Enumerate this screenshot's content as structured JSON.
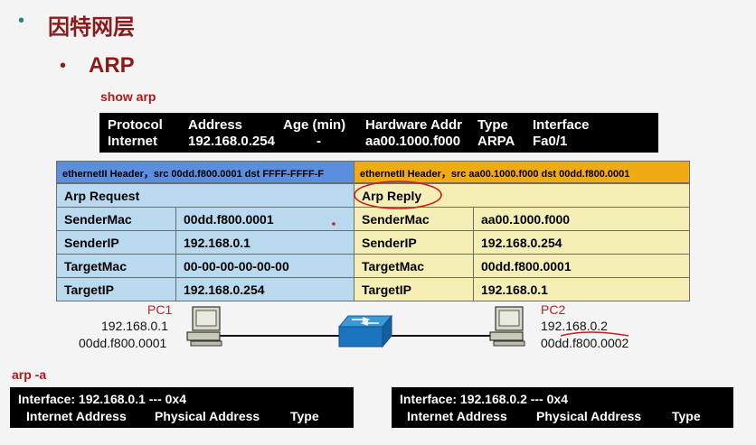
{
  "heading": {
    "bullet1": "•",
    "title": "因特网层",
    "bullet2": "•",
    "subtitle": "ARP"
  },
  "show_arp": {
    "command": "show arp",
    "headers": [
      "Protocol",
      "Address",
      "Age (min)",
      "Hardware Addr",
      "Type",
      "Interface"
    ],
    "row": [
      "Internet",
      "192.168.0.254",
      "-",
      "aa00.1000.f000",
      "ARPA",
      "Fa0/1"
    ]
  },
  "request_packet": {
    "header": "ethernetII Header，src 00dd.f800.0001 dst FFFF-FFFF-F",
    "title": "Arp Request",
    "rows": [
      {
        "field": "SenderMac",
        "value": "00dd.f800.0001"
      },
      {
        "field": "SenderIP",
        "value": "192.168.0.1"
      },
      {
        "field": "TargetMac",
        "value": "00-00-00-00-00-00"
      },
      {
        "field": "TargetIP",
        "value": "192.168.0.254"
      }
    ]
  },
  "reply_packet": {
    "header": "ethernetII Header，src aa00.1000.f000  dst  00dd.f800.0001",
    "title": "Arp Reply",
    "rows": [
      {
        "field": "SenderMac",
        "value": "aa00.1000.f000"
      },
      {
        "field": "SenderIP",
        "value": "192.168.0.254"
      },
      {
        "field": "TargetMac",
        "value": "00dd.f800.0001"
      },
      {
        "field": "TargetIP",
        "value": "192.168.0.1"
      }
    ]
  },
  "pc1": {
    "name": "PC1",
    "ip": "192.168.0.1",
    "mac": "00dd.f800.0001"
  },
  "pc2": {
    "name": "PC2",
    "ip": "192.168.0.2",
    "mac": "00dd.f800.0002"
  },
  "arp_a": {
    "command": "arp -a",
    "left": {
      "interface": "Interface: 192.168.0.1 --- 0x4",
      "columns": [
        "Internet Address",
        "Physical Address",
        "Type"
      ]
    },
    "right": {
      "interface": "Interface: 192.168.0.2 --- 0x4",
      "columns": [
        "Internet Address",
        "Physical Address",
        "Type"
      ]
    }
  },
  "icons": [
    "pc-icon",
    "switch-icon"
  ],
  "colors": {
    "title": "#8b1a1a",
    "request_header": "#5c8ee0",
    "reply_header": "#f0aa14",
    "request_body": "#b9d9ef",
    "reply_body": "#f5efb6"
  }
}
